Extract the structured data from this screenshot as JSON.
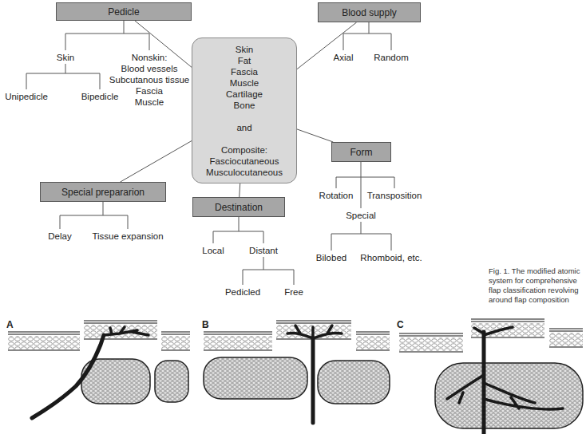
{
  "diagram": {
    "caption": "Fig. 1. The modified atomic system for comprehensive flap classification revolving around flap composition",
    "nodes": [
      {
        "text": [
          "Pedicle"
        ]
      },
      {
        "text": [
          "Blood supply"
        ]
      },
      {
        "text": [
          "Skin",
          "Fat",
          "Fascia",
          "Muscle",
          "Cartilage",
          "Bone",
          "and",
          "Composite:",
          "Fasciocutaneous",
          "Musculocutaneous"
        ]
      },
      {
        "text": [
          "Form"
        ]
      },
      {
        "text": [
          "Special prepararion"
        ]
      },
      {
        "text": [
          "Destination"
        ]
      }
    ],
    "edges": [
      {
        "from": 2,
        "to": 0,
        "arrow": "none"
      },
      {
        "from": 2,
        "to": 1,
        "arrow": "none"
      },
      {
        "from": 2,
        "to": 3,
        "arrow": "none"
      },
      {
        "from": 2,
        "to": 4,
        "arrow": "none"
      },
      {
        "from": 2,
        "to": 5,
        "arrow": "none"
      }
    ],
    "labels": [
      "Skin",
      "Nonskin:",
      "Blood vessels",
      "Subcutanous tissue",
      "Fascia",
      "Muscle",
      "Axial",
      "Random",
      "Unipedicle",
      "Bipedicle",
      "Rotation",
      "Transposition",
      "Special",
      "Delay",
      "Tissue expansion",
      "Local",
      "Distant",
      "Bilobed",
      "Rhomboid, etc.",
      "Pedicled",
      "Free",
      "A",
      "B",
      "C"
    ]
  }
}
